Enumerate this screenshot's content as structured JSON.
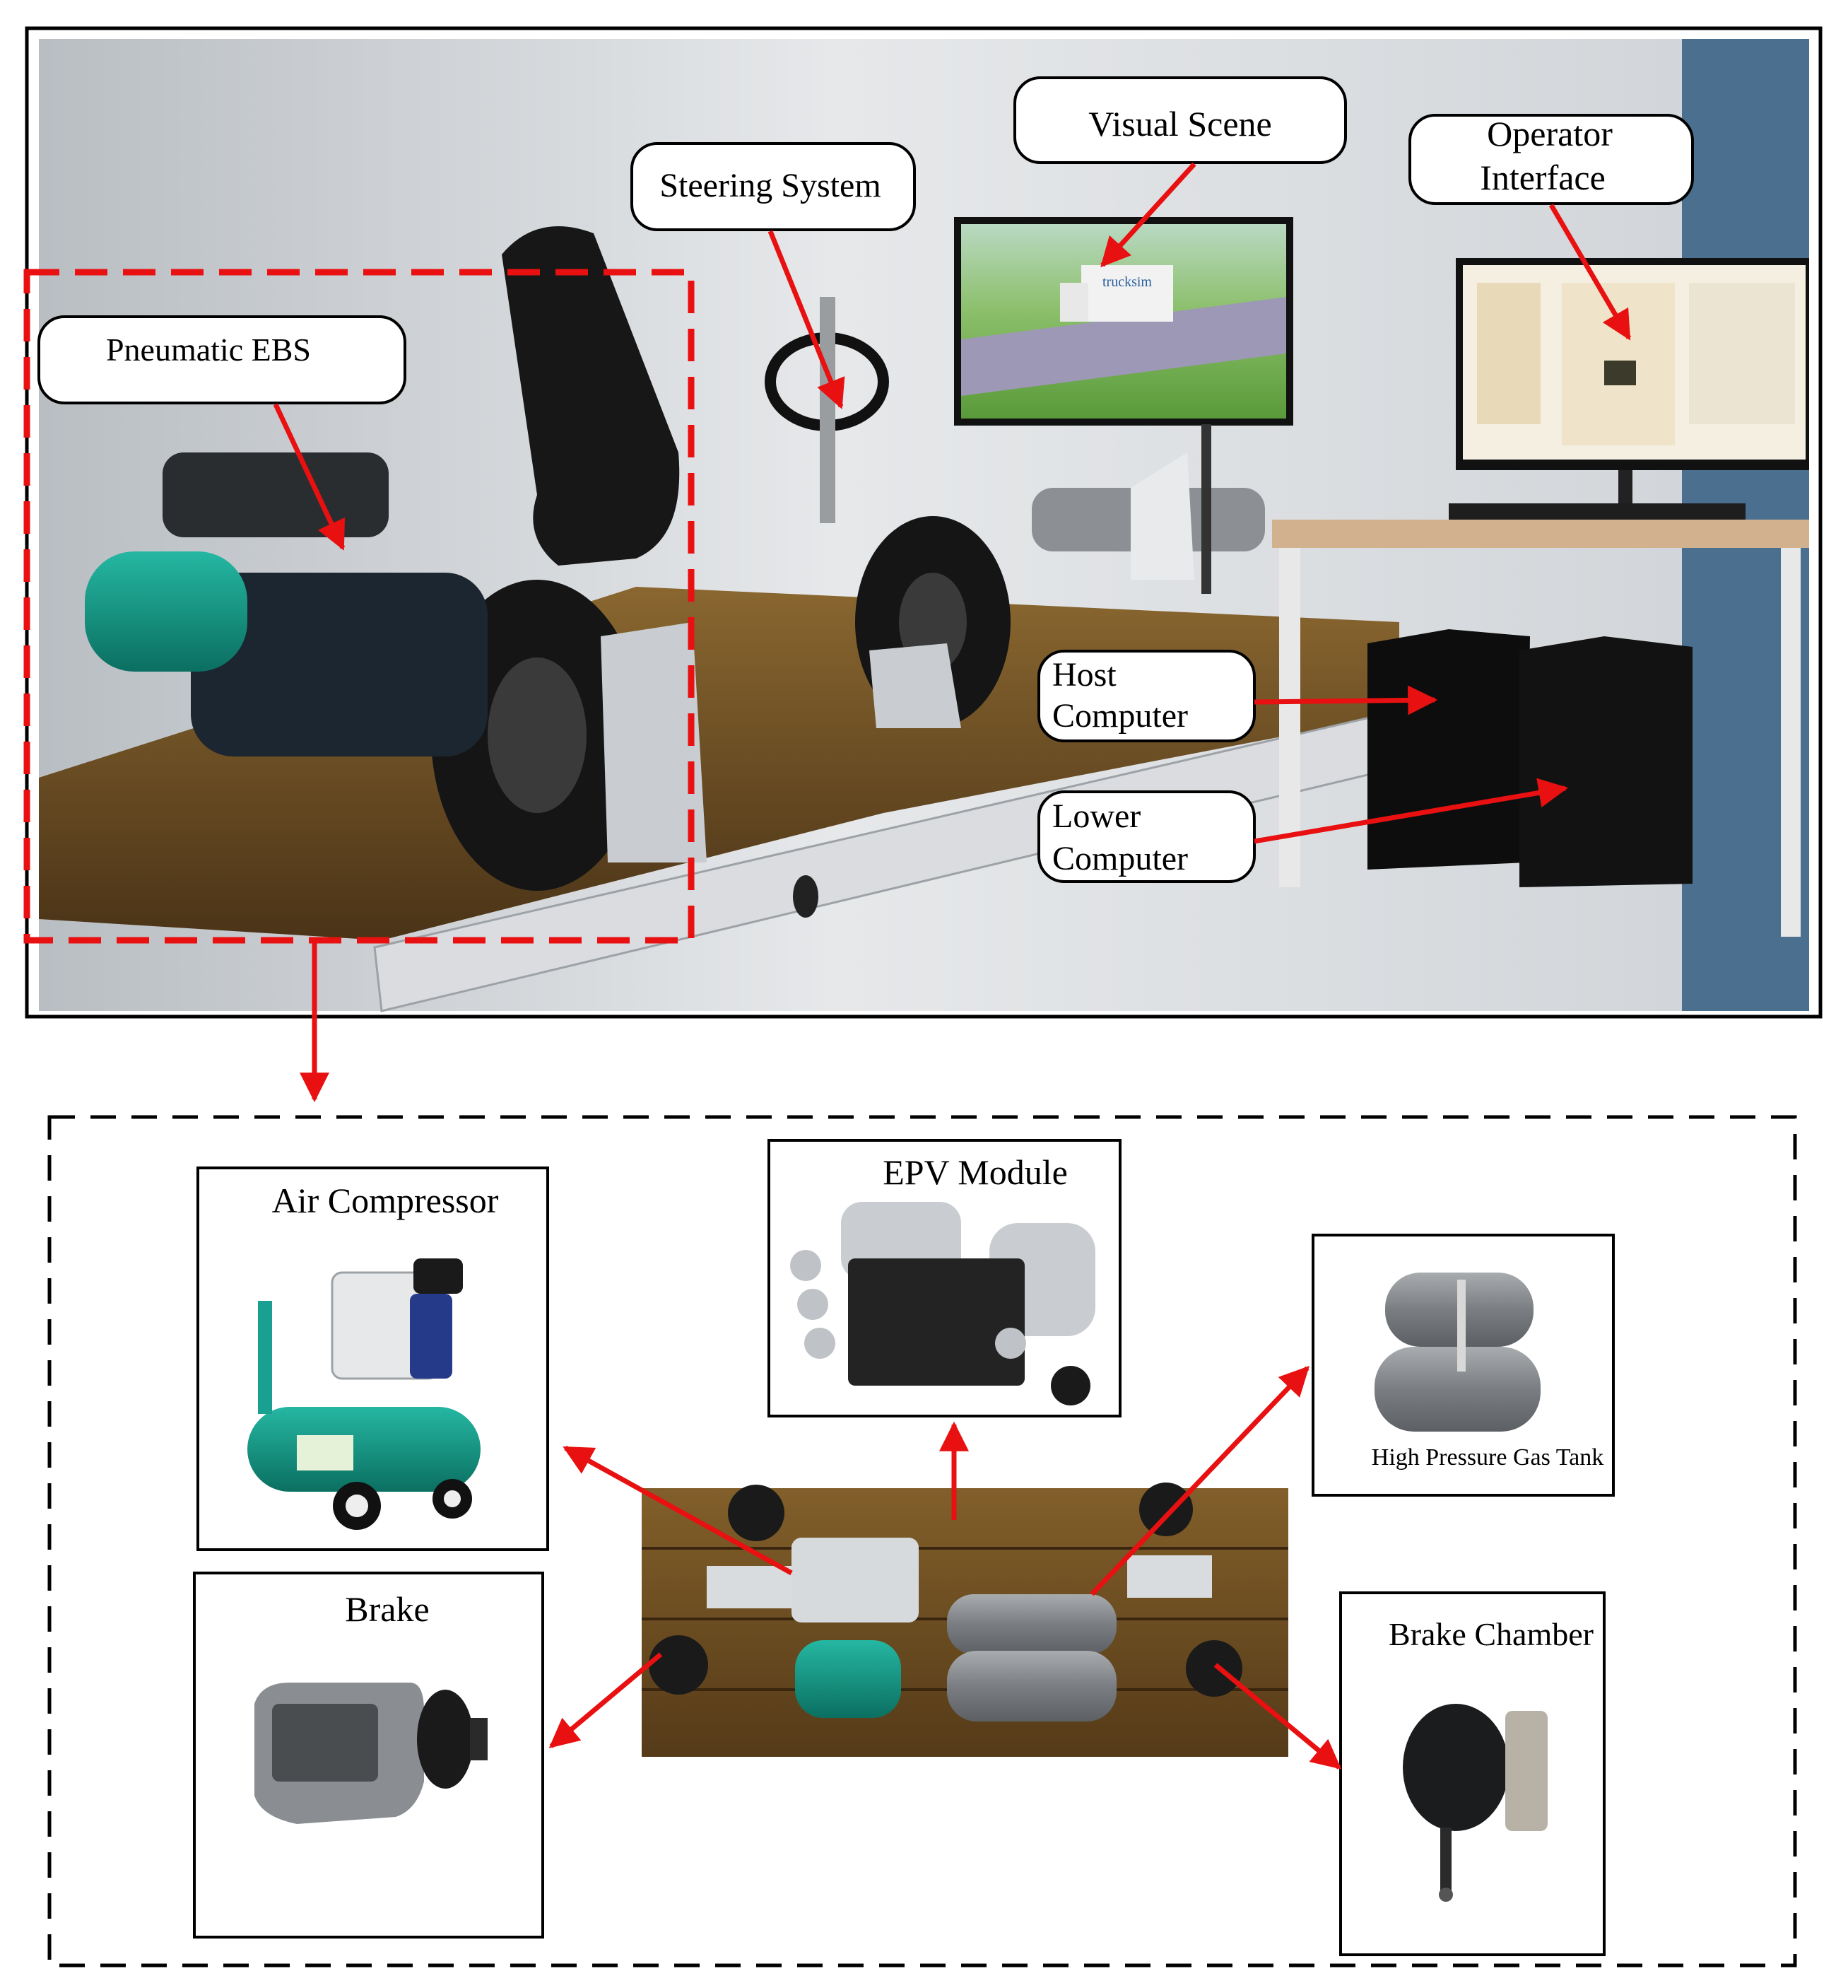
{
  "top_photo": {
    "labels": {
      "visual_scene": "Visual Scene",
      "operator_interface_l1": "Operator",
      "operator_interface_l2": "Interface",
      "steering_system": "Steering System",
      "pneumatic_ebs": "Pneumatic EBS",
      "host_computer_l1": "Host",
      "host_computer_l2": "Computer",
      "lower_computer_l1": "Lower",
      "lower_computer_l2": "Computer"
    },
    "monitor_brand": "trucksim"
  },
  "components": {
    "air_compressor": "Air Compressor",
    "epv_module": "EPV Module",
    "high_pressure_gas_tank": "High Pressure Gas Tank",
    "brake": "Brake",
    "brake_chamber": "Brake Chamber"
  },
  "colors": {
    "arrow": "#e81010",
    "dashed_box": "#e81010",
    "compressor_green": "#159a87",
    "tank_grey": "#8a8d90",
    "floor_wood": "#6b4a1e"
  }
}
